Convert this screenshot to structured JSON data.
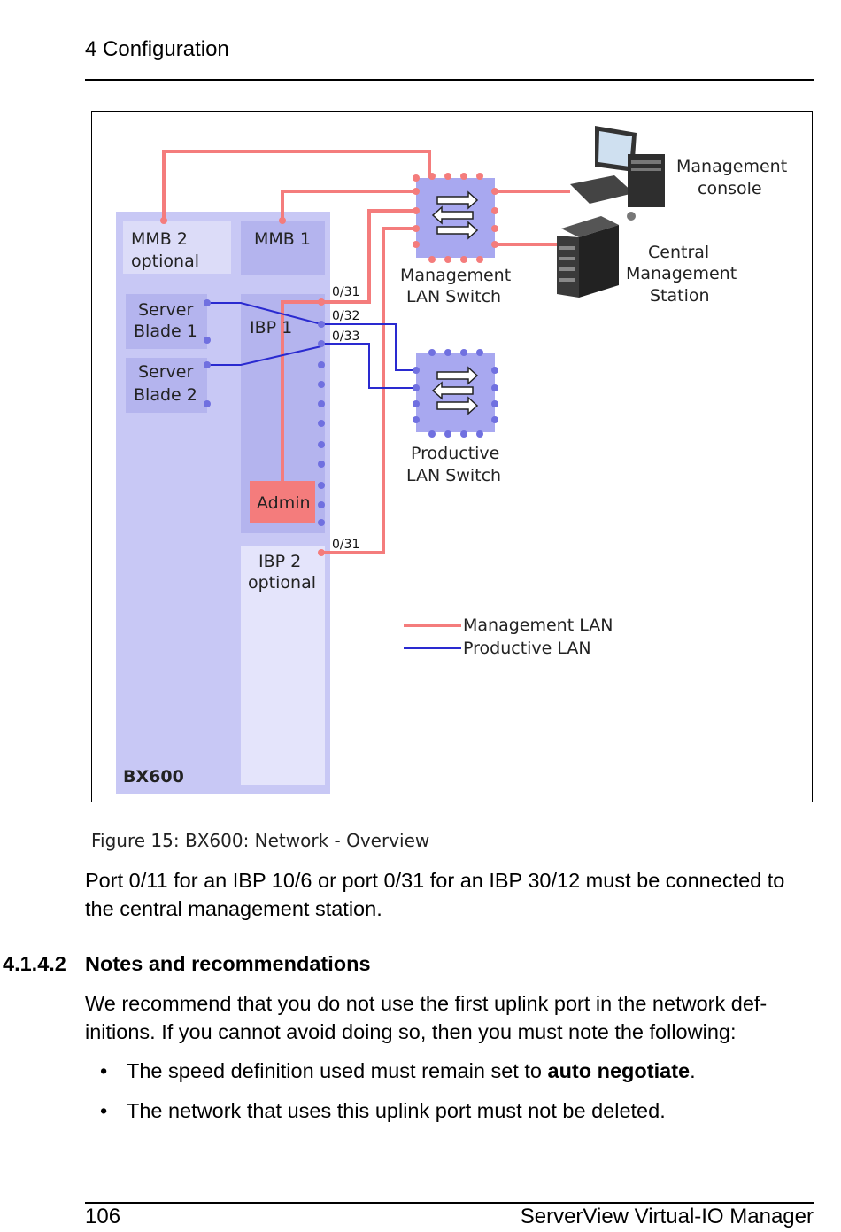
{
  "header": {
    "section": "4 Configuration"
  },
  "figure": {
    "labels": {
      "mmb2": [
        "MMB 2",
        "optional"
      ],
      "mmb1": "MMB 1",
      "server_blade_1": [
        "Server",
        "Blade 1"
      ],
      "server_blade_2": [
        "Server",
        "Blade 2"
      ],
      "ibp1": "IBP 1",
      "admin": "Admin",
      "ibp2": [
        "IBP 2",
        "optional"
      ],
      "bx600": "BX600",
      "mgmt_switch": [
        "Management",
        "LAN Switch"
      ],
      "prod_switch": [
        "Productive",
        "LAN Switch"
      ],
      "mgmt_console": [
        "Management",
        "console"
      ],
      "central_station": [
        "Central",
        "Management",
        "Station"
      ],
      "ports": [
        "0/31",
        "0/32",
        "0/33",
        "0/31"
      ]
    },
    "legend": [
      {
        "label": "Management LAN",
        "color": "#f47c7c"
      },
      {
        "label": "Productive LAN",
        "color": "#2a2ad0"
      }
    ],
    "colors": {
      "chassis": "#c8c8f5",
      "module": "#b4b4ee",
      "admin": "#f47c7c",
      "switch": "#a8a8f0"
    }
  },
  "caption": "Figure 15: BX600: Network - Overview",
  "para1": "Port 0/11 for an IBP 10/6 or port 0/31 for an IBP 30/12 must be connected to the central management station.",
  "section": {
    "number": "4.1.4.2",
    "title": "Notes and recommendations"
  },
  "para2": "We recommend that you do not use the first uplink port in the network definitions. If you cannot avoid doing so, then you must note the following:",
  "para2_lines": [
    "We recommend that you do not use the first uplink port in the network def-",
    "initions. If you cannot avoid doing so, then you must note the following:"
  ],
  "bullets": [
    {
      "prefix": "The speed definition used must remain set to ",
      "bold": "auto negotiate",
      "suffix": "."
    },
    {
      "text": "The network that uses this uplink port must not be deleted."
    }
  ],
  "footer": {
    "page": "106",
    "title": "ServerView Virtual-IO Manager"
  }
}
